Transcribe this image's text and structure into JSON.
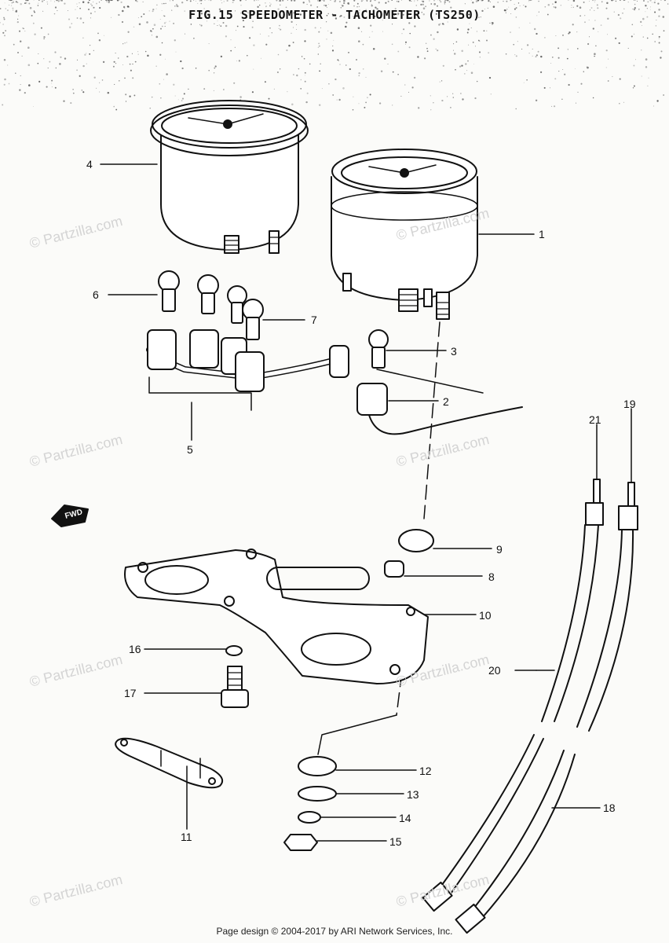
{
  "title": "FIG.15  SPEEDOMETER - TACHOMETER (TS250)",
  "fwd_label": "FWD",
  "callouts": [
    {
      "id": "c1",
      "text": "1"
    },
    {
      "id": "c2",
      "text": "2"
    },
    {
      "id": "c3",
      "text": "3"
    },
    {
      "id": "c4",
      "text": "4"
    },
    {
      "id": "c5",
      "text": "5"
    },
    {
      "id": "c6",
      "text": "6"
    },
    {
      "id": "c7",
      "text": "7"
    },
    {
      "id": "c8",
      "text": "8"
    },
    {
      "id": "c9",
      "text": "9"
    },
    {
      "id": "c10",
      "text": "10"
    },
    {
      "id": "c11",
      "text": "11"
    },
    {
      "id": "c12",
      "text": "12"
    },
    {
      "id": "c13",
      "text": "13"
    },
    {
      "id": "c14",
      "text": "14"
    },
    {
      "id": "c15",
      "text": "15"
    },
    {
      "id": "c16",
      "text": "16"
    },
    {
      "id": "c17",
      "text": "17"
    },
    {
      "id": "c18",
      "text": "18"
    },
    {
      "id": "c19",
      "text": "19"
    },
    {
      "id": "c20",
      "text": "20"
    },
    {
      "id": "c21",
      "text": "21"
    }
  ],
  "watermark": "© Partzilla.com",
  "footer": "Page design © 2004-2017 by ARI Network Services, Inc."
}
